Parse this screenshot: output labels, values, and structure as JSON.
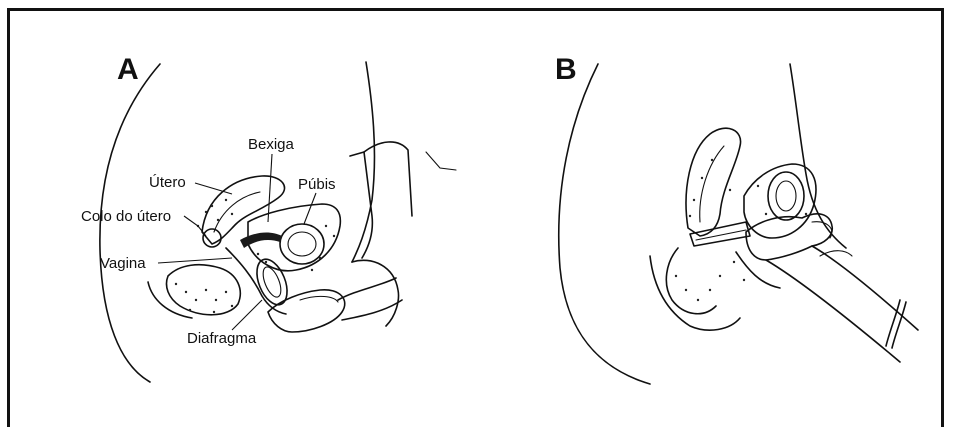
{
  "panels": [
    {
      "letter": "A",
      "labels": {
        "bexiga": "Bexiga",
        "utero": "Útero",
        "pubis": "Púbis",
        "colo": "Colo do útero",
        "vagina": "Vagina",
        "diafragma": "Diafragma"
      }
    },
    {
      "letter": "B"
    }
  ]
}
